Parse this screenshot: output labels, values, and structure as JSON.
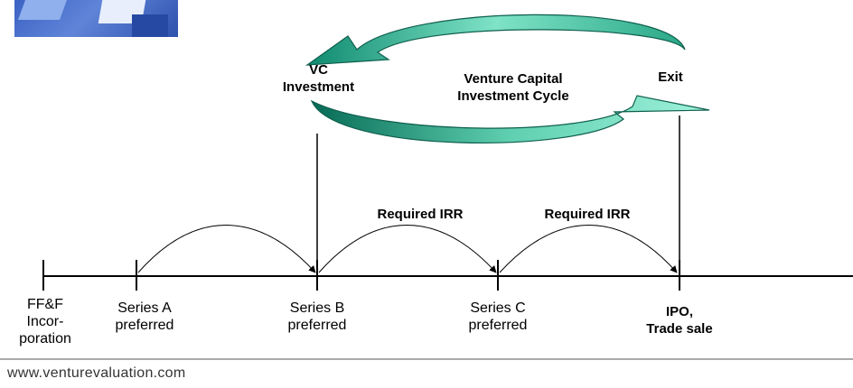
{
  "cycle": {
    "title_line1": "Venture Capital",
    "title_line2": "Investment Cycle",
    "vc_line1": "VC",
    "vc_line2": "Investment",
    "exit": "Exit"
  },
  "irr_labels": [
    "Required IRR",
    "Required IRR"
  ],
  "stages": [
    {
      "lines": [
        "FF&F",
        "Incor-",
        "poration"
      ]
    },
    {
      "lines": [
        "Series A",
        "preferred"
      ]
    },
    {
      "lines": [
        "Series B",
        "preferred"
      ]
    },
    {
      "lines": [
        "Series C",
        "preferred"
      ]
    },
    {
      "lines": [
        "IPO,",
        "Trade sale"
      ]
    }
  ],
  "footer": "www.venturevaluation.com",
  "colors": {
    "arrow_light": "#5fd3b4",
    "arrow_dark": "#0a7a63",
    "arrow_stroke": "#0f5f4d"
  }
}
